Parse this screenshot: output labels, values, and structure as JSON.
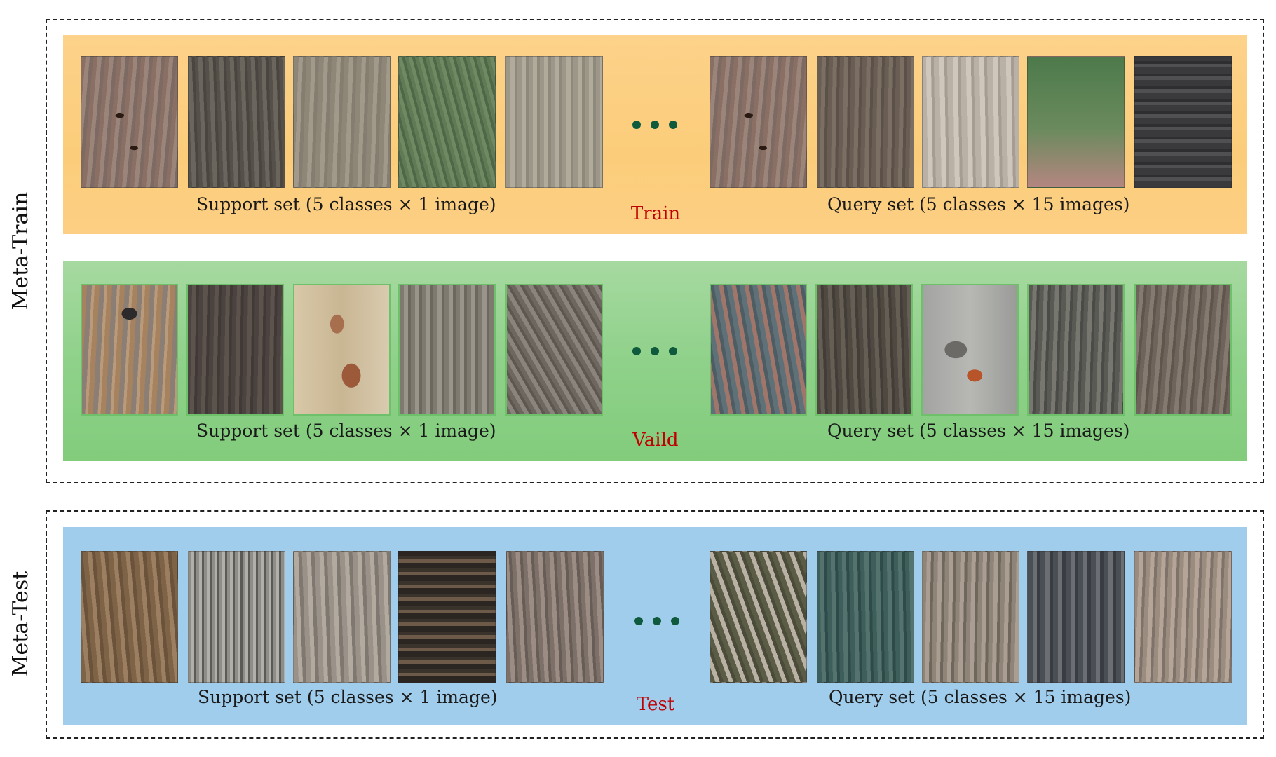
{
  "groups": {
    "meta_train": {
      "label": "Meta-Train"
    },
    "meta_test": {
      "label": "Meta-Test"
    }
  },
  "bands": {
    "train": {
      "phase": "Train",
      "support_caption": "Support set (5 classes × 1 image)",
      "query_caption": "Query set (5 classes × 15 images)"
    },
    "valid": {
      "phase": "Vaild",
      "support_caption": "Support set (5 classes × 1 image)",
      "query_caption": "Query set (5 classes × 15 images)"
    },
    "test": {
      "phase": "Test",
      "support_caption": "Support set (5 classes × 1 image)",
      "query_caption": "Query set (5 classes × 15 images)"
    }
  },
  "colors": {
    "train_band": "#fccf84",
    "valid_band": "#8fd18a",
    "test_band": "#a0cdec",
    "phase_text": "#c00000",
    "dots": "#0f5a3c"
  }
}
